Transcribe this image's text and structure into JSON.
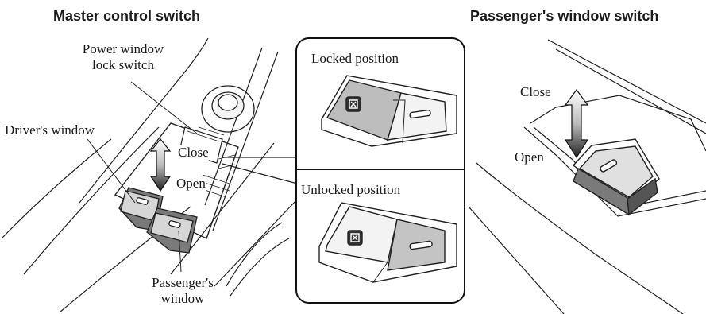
{
  "headings": {
    "master": "Master control switch",
    "passenger": "Passenger's window switch"
  },
  "labels": {
    "power_lock_line1": "Power window",
    "power_lock_line2": "lock switch",
    "drivers_window": "Driver's window",
    "close_master": "Close",
    "open_master": "Open",
    "passengers_window_line1": "Passenger's",
    "passengers_window_line2": "window",
    "locked_position": "Locked position",
    "unlocked_position": "Unlocked position",
    "close_passenger": "Close",
    "open_passenger": "Open"
  },
  "icons": {
    "lock_symbol": "window-lock-icon",
    "arrow": "up-down-arrow-icon"
  }
}
